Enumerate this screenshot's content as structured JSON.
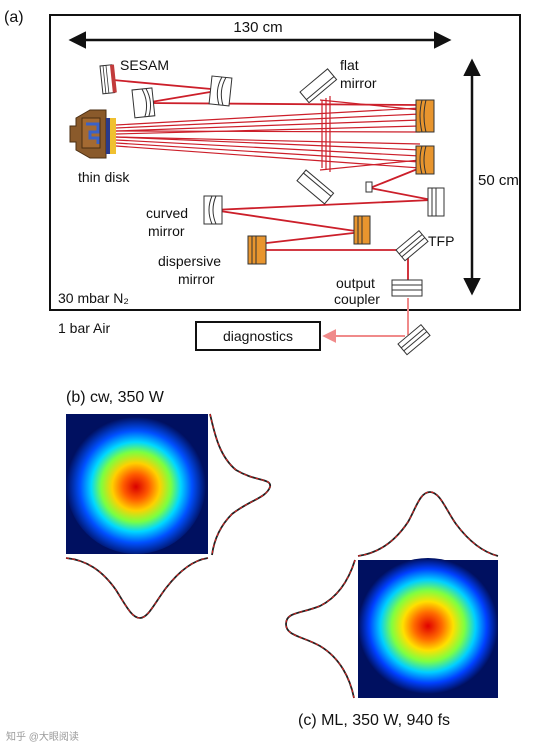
{
  "panel_a": {
    "label": "(a)",
    "width_dim": "130 cm",
    "height_dim": "50 cm",
    "sesam": "SESAM",
    "flat_mirror_line1": "flat",
    "flat_mirror_line2": "mirror",
    "thin_disk": "thin disk",
    "curved_mirror_line1": "curved",
    "curved_mirror_line2": "mirror",
    "dispersive_mirror_line1": "dispersive",
    "dispersive_mirror_line2": "mirror",
    "tfp": "TFP",
    "output_coupler_line1": "output",
    "output_coupler_line2": "coupler",
    "chamber_gas": "30 mbar N₂",
    "ambient": "1 bar Air",
    "diagnostics": "diagnostics",
    "colors": {
      "beam": "#cc1f2a",
      "output_beam": "#f08a8a",
      "orange_optic": "#e8952e",
      "disk_brown": "#8a5a2b"
    }
  },
  "panel_b": {
    "label": "(b)  cw, 350 W"
  },
  "panel_c": {
    "label": "(c) ML, 350 W, 940 fs"
  },
  "watermark": "知乎 @大眼阅读"
}
